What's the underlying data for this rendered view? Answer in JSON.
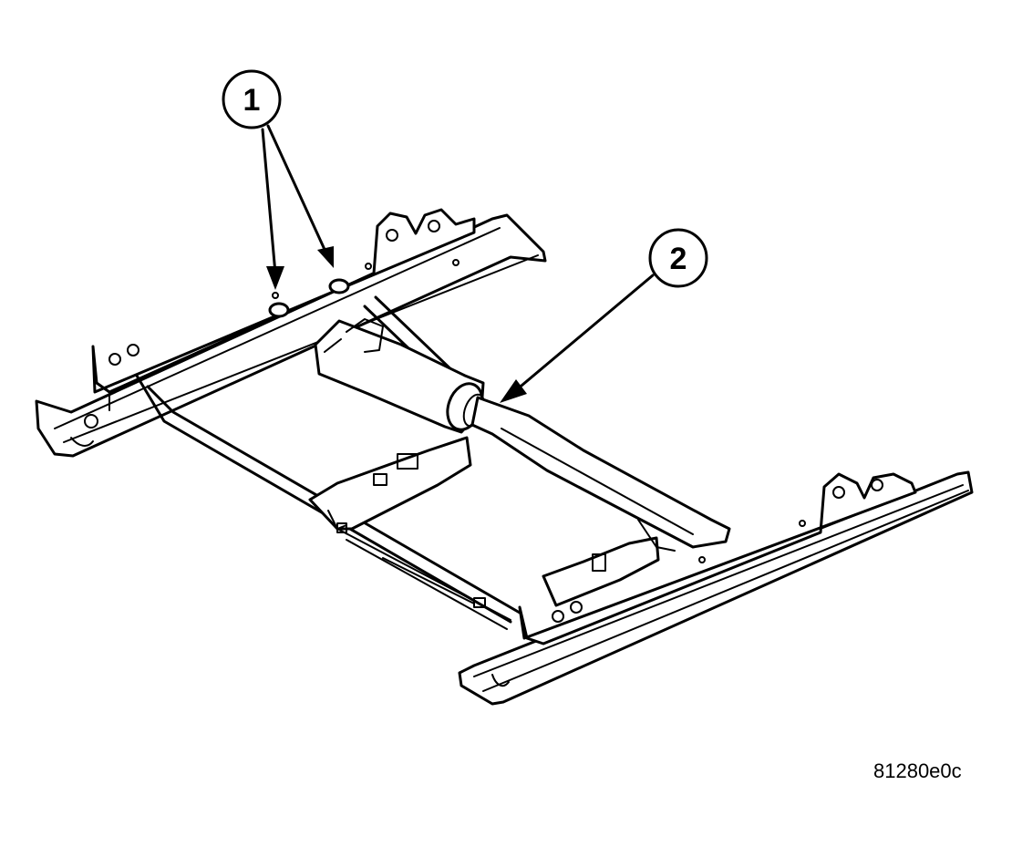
{
  "figure": {
    "figure_code": "81280e0c",
    "callouts": [
      {
        "label": "1"
      },
      {
        "label": "2"
      }
    ]
  }
}
